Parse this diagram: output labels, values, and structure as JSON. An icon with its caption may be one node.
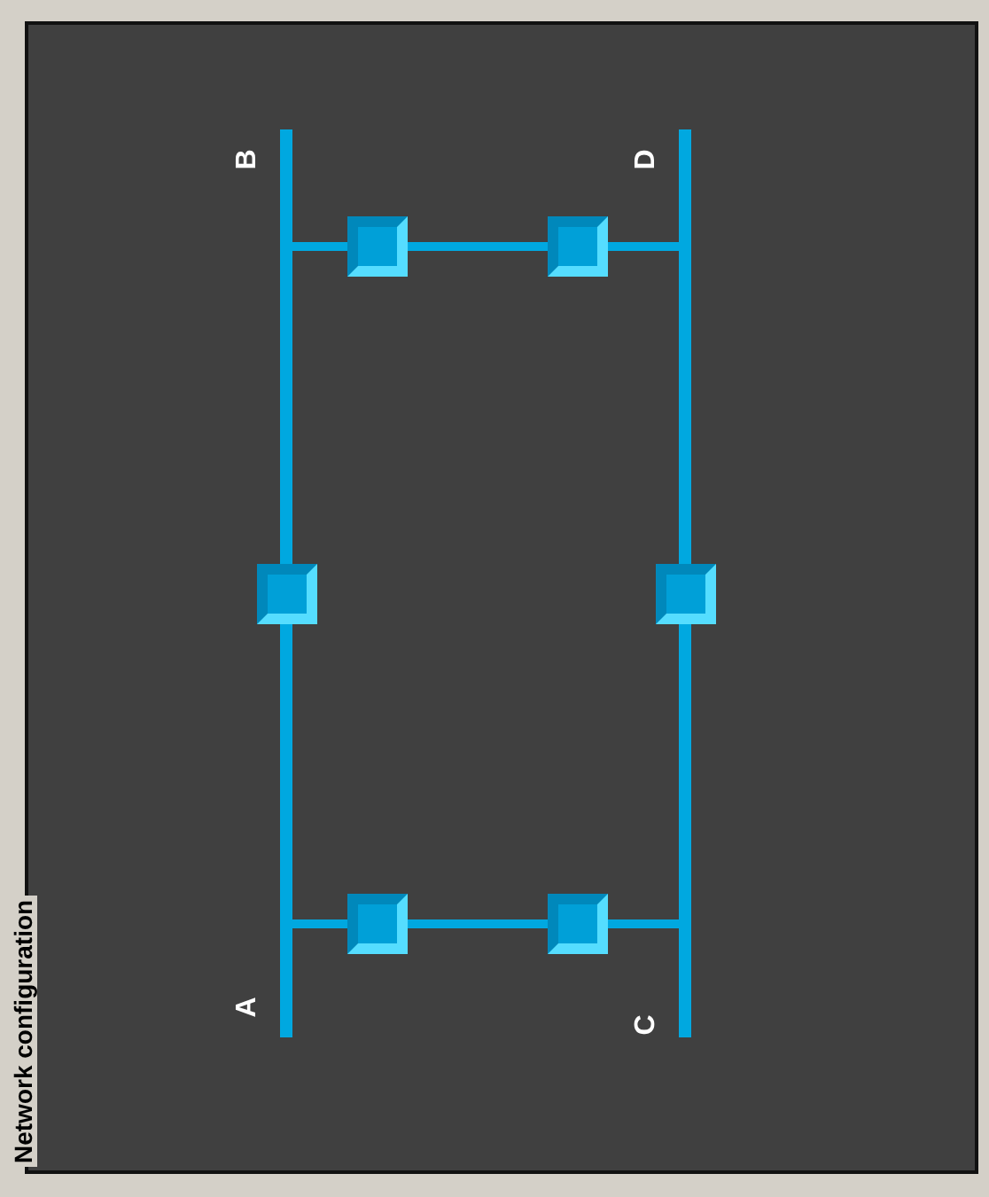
{
  "diagram": {
    "title": "Network configuration",
    "nodes": [
      {
        "text": [],
        "shape": "bar",
        "beside": [
          "A",
          "B"
        ]
      },
      {
        "text": [],
        "shape": "bar",
        "beside": [
          "C",
          "D"
        ]
      },
      {
        "text": [],
        "shape": "box"
      },
      {
        "text": [],
        "shape": "box"
      },
      {
        "text": [],
        "shape": "box"
      },
      {
        "text": [],
        "shape": "box"
      },
      {
        "text": [],
        "shape": "box"
      },
      {
        "text": [],
        "shape": "box"
      }
    ],
    "edges": [
      {
        "from": 0,
        "to": 2,
        "arrow": "none"
      },
      {
        "from": 2,
        "to": 3,
        "arrow": "none"
      },
      {
        "from": 3,
        "to": 1,
        "arrow": "none"
      },
      {
        "from": 0,
        "to": 6,
        "arrow": "none"
      },
      {
        "from": 6,
        "to": 7,
        "arrow": "none"
      },
      {
        "from": 7,
        "to": 1,
        "arrow": "none"
      }
    ]
  }
}
